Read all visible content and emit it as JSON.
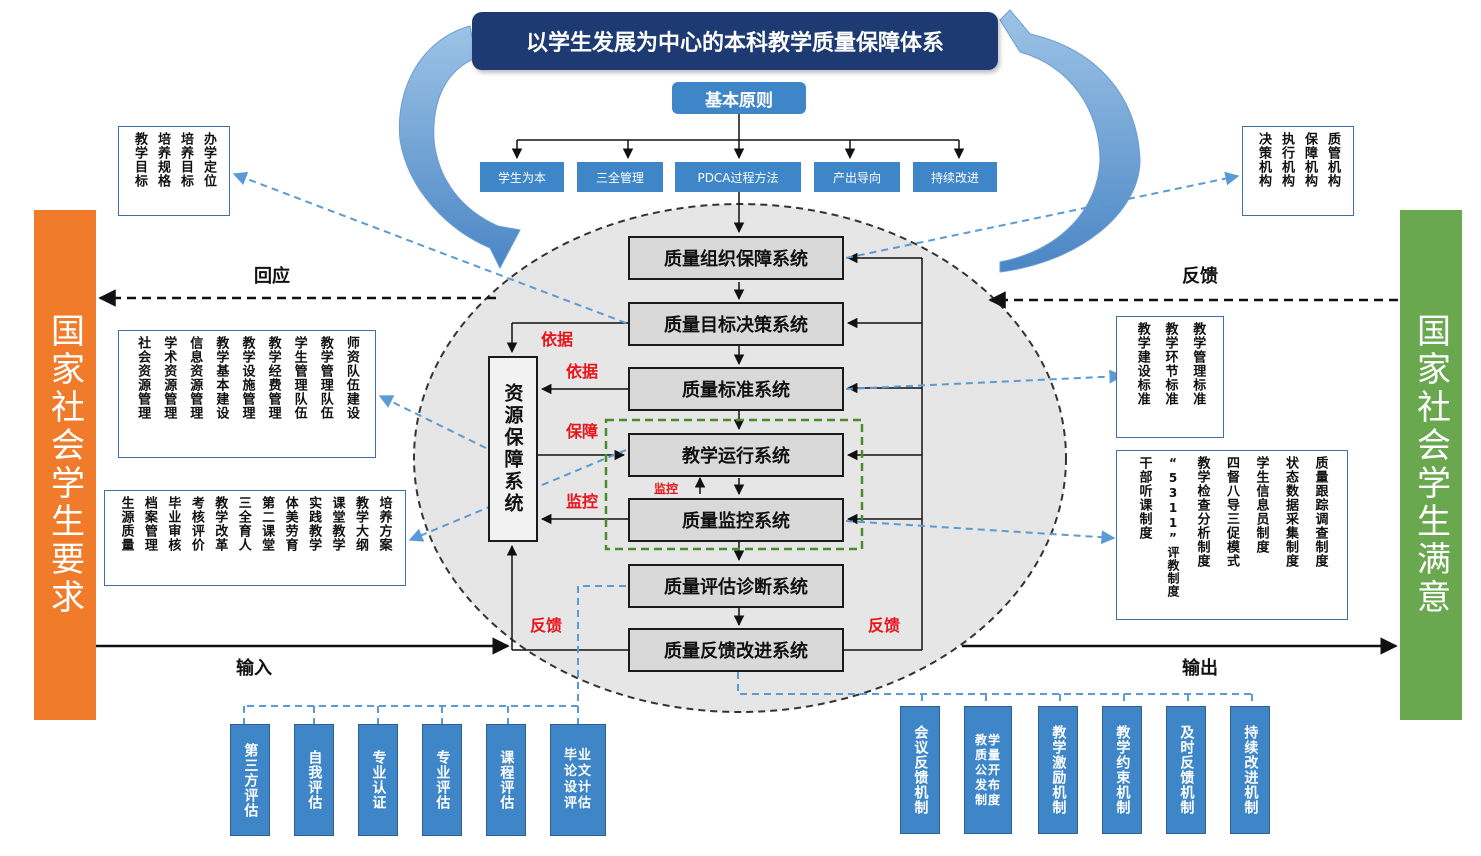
{
  "title": "以学生发展为中心的本科教学质量保障体系",
  "principles": {
    "header": "基本原则",
    "items": [
      "学生为本",
      "三全管理",
      "PDCA过程方法",
      "产出导向",
      "持续改进"
    ]
  },
  "systems": [
    "质量组织保障系统",
    "质量目标决策系统",
    "质量标准系统",
    "教学运行系统",
    "质量监控系统",
    "质量评估诊断系统",
    "质量反馈改进系统"
  ],
  "resource_system": "资源保障系统",
  "left_bar": "国家社会学生要求",
  "right_bar": "国家社会学生满意",
  "flow_labels": {
    "respond": "回应",
    "feedback_top": "反馈",
    "input": "输入",
    "output": "输出"
  },
  "red_labels": {
    "basis1": "依据",
    "basis2": "依据",
    "guarantee": "保障",
    "monitor": "监控",
    "monitor_small": "监控",
    "feedback_left": "反馈",
    "feedback_right": "反馈"
  },
  "boxes": {
    "top_left": [
      "教学目标",
      "培养规格",
      "培养目标",
      "办学定位"
    ],
    "top_right": [
      "决策机构",
      "执行机构",
      "保障机构",
      "质管机构"
    ],
    "mid_left": [
      "社会资源管理",
      "学术资源管理",
      "信息资源管理",
      "教学基本建设",
      "教学设施管理",
      "教学经费管理",
      "学生管理队伍",
      "教学管理队伍",
      "师资队伍建设"
    ],
    "low_left": [
      "生源质量",
      "档案管理",
      "毕业审核",
      "考核评价",
      "教学改革",
      "三全育人",
      "第二课堂",
      "体美劳育",
      "实践教学",
      "课堂教学",
      "教学大纲",
      "培养方案"
    ],
    "mid_right": [
      "教学建设标准",
      "教学环节标准",
      "教学管理标准"
    ],
    "low_right": [
      "干部听课制度",
      "“5311”评教制度",
      "教学检查分析制度",
      "四督八导三促模式",
      "学生信息员制度",
      "状态数据采集制度",
      "质量跟踪调查制度"
    ]
  },
  "bottom_left": [
    "第三方评估",
    "自我评估",
    "专业认证",
    "专业评估",
    "课程评估",
    "毕业论文设计评估"
  ],
  "bottom_right": [
    "会议反馈机制",
    "教学质量公开发布制度",
    "教学激励机制",
    "教学约束机制",
    "及时反馈机制",
    "持续改进机制"
  ],
  "colors": {
    "title_bg": "#1d3a73",
    "box_blue": "#3f86c9",
    "left_bar": "#f07c2b",
    "right_bar": "#6aa84f",
    "ellipse_fill": "#e6e6e6",
    "dashed_blue": "#5b9bd5",
    "dashed_green": "#4a8c2a",
    "red_text": "#e8141a"
  }
}
